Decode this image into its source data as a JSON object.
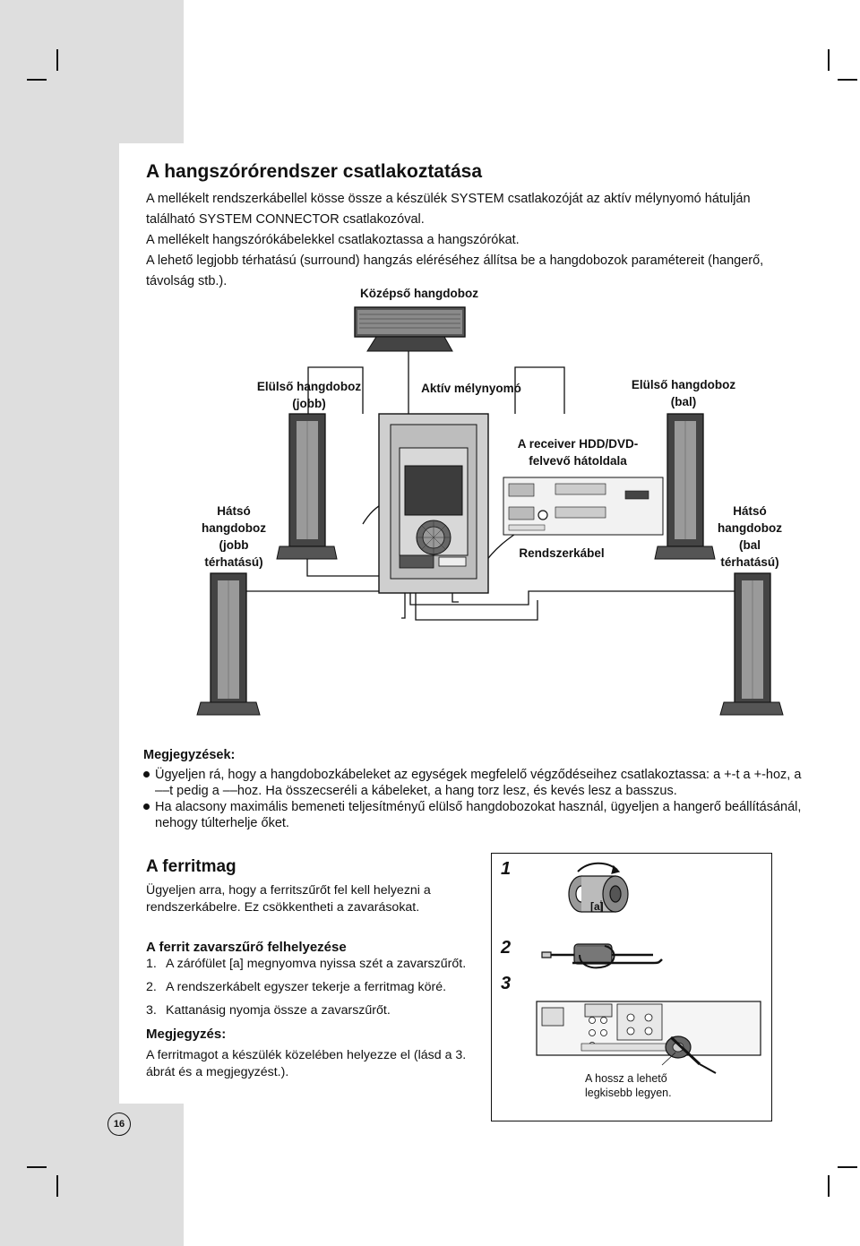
{
  "title": "A hangszórórendszer csatlakoztatása",
  "intro": [
    "A mellékelt rendszerkábellel kösse össze a készülék SYSTEM csatlakozóját az aktív mélynyomó hátulján található SYSTEM CONNECTOR csatlakozóval.",
    "A mellékelt hangszórókábelekkel csatlakoztassa a hangszórókat.",
    "A lehető legjobb térhatású (surround) hangzás eléréséhez állítsa be a hangdobozok paramétereit (hangerő, távolság stb.)."
  ],
  "diagram": {
    "center_speaker": "Középső hangdoboz",
    "front_right": [
      "Elülső hangdoboz",
      "(jobb)"
    ],
    "subwoofer": "Aktív mélynyomó",
    "front_left": [
      "Elülső hangdoboz",
      "(bal)"
    ],
    "receiver_back": [
      "A receiver HDD/DVD-",
      "felvevő hátoldala"
    ],
    "rear_right": [
      "Hátsó",
      "hangdoboz",
      "(jobb",
      "térhatású)"
    ],
    "rear_left": [
      "Hátsó",
      "hangdoboz",
      "(bal",
      "térhatású)"
    ],
    "system_cable": "Rendszerkábel"
  },
  "notes": {
    "heading": "Megjegyzések:",
    "items": [
      "Ügyeljen rá, hogy a hangdobozkábeleket az egységek megfelelő végződéseihez csatlakoztassa: a +-t a +-hoz, a ––t pedig a ––hoz. Ha összecseréli a kábeleket, a hang torz lesz, és kevés lesz a basszus.",
      "Ha alacsony maximális bemeneti teljesítményű elülső hangdobozokat használ, ügyeljen a hangerő beállításánál, nehogy túlterhelje őket."
    ]
  },
  "ferrit": {
    "heading": "A ferritmag",
    "intro": "Ügyeljen arra, hogy a ferritszűrőt fel kell helyezni a rendszerkábelre. Ez csökkentheti a zavarásokat.",
    "subheading": "A ferrit zavarszűrő felhelyezése",
    "steps": [
      {
        "num": "1.",
        "text": "A zárófület [a] megnyomva nyissa szét a zavarszűrőt."
      },
      {
        "num": "2.",
        "text": "A rendszerkábelt egyszer tekerje a ferritmag köré."
      },
      {
        "num": "3.",
        "text": "Kattanásig nyomja össze a zavarszűrőt."
      }
    ],
    "note_heading": "Megjegyzés:",
    "note_text": "A ferritmagot a készülék közelében helyezze el (lásd a 3. ábrát és a megjegyzést.)."
  },
  "figure": {
    "step_labels": [
      "1",
      "2",
      "3"
    ],
    "latch_label": "[a]",
    "caption": [
      "A hossz a lehető",
      "legkisebb legyen."
    ]
  },
  "page_number": "16"
}
